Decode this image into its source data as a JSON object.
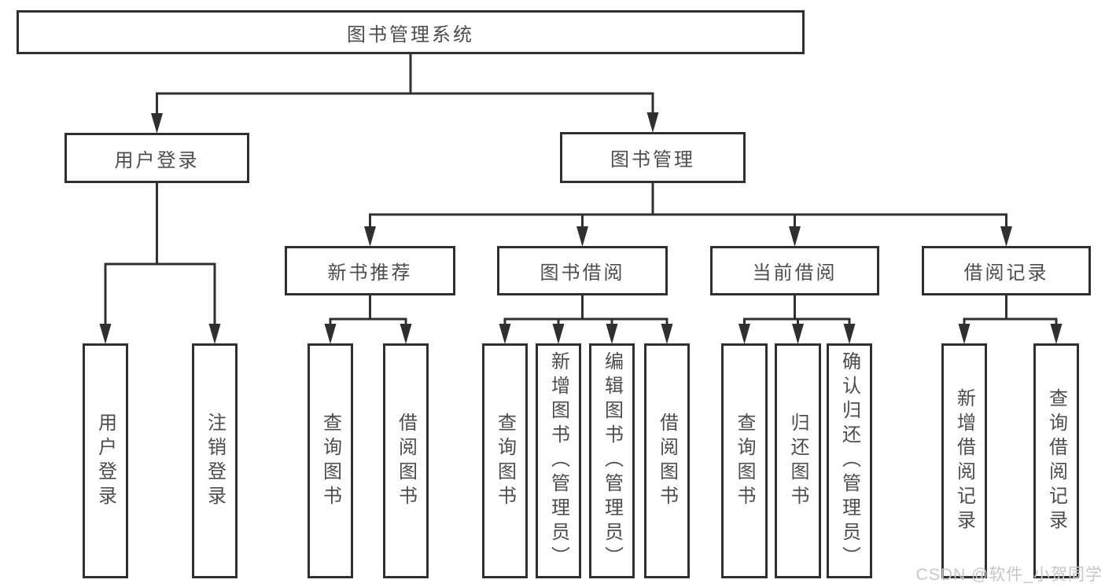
{
  "diagram": {
    "title": "图书管理系统",
    "watermark": "CSDN @软件_小贺同学",
    "colors": {
      "line": "#303030",
      "text": "#4d4d4d",
      "background": "#ffffff",
      "watermark": "#c7c7c7"
    },
    "tree": {
      "id": "root",
      "label": "图书管理系统",
      "children": [
        {
          "id": "user-login",
          "label": "用户登录",
          "children": [
            {
              "id": "leaf-user-login",
              "label": "用户登录",
              "vertical": true
            },
            {
              "id": "leaf-logout",
              "label": "注销登录",
              "vertical": true
            }
          ]
        },
        {
          "id": "book-mgmt",
          "label": "图书管理",
          "children": [
            {
              "id": "new-book-rec",
              "label": "新书推荐",
              "children": [
                {
                  "id": "leaf-nbr-query-book",
                  "label": "查询图书",
                  "vertical": true
                },
                {
                  "id": "leaf-nbr-borrow-book",
                  "label": "借阅图书",
                  "vertical": true
                }
              ]
            },
            {
              "id": "book-borrow",
              "label": "图书借阅",
              "children": [
                {
                  "id": "leaf-bb-query-book",
                  "label": "查询图书",
                  "vertical": true
                },
                {
                  "id": "leaf-bb-add-book",
                  "label": "新增图书（管理员）",
                  "vertical": true
                },
                {
                  "id": "leaf-bb-edit-book",
                  "label": "编辑图书（管理员）",
                  "vertical": true
                },
                {
                  "id": "leaf-bb-borrow-book",
                  "label": "借阅图书",
                  "vertical": true
                }
              ]
            },
            {
              "id": "current-borrow",
              "label": "当前借阅",
              "children": [
                {
                  "id": "leaf-cb-query-book",
                  "label": "查询图书",
                  "vertical": true
                },
                {
                  "id": "leaf-cb-return-book",
                  "label": "归还图书",
                  "vertical": true
                },
                {
                  "id": "leaf-cb-confirm-return",
                  "label": "确认归还（管理员）",
                  "vertical": true
                }
              ]
            },
            {
              "id": "borrow-records",
              "label": "借阅记录",
              "children": [
                {
                  "id": "leaf-br-add-record",
                  "label": "新增借阅记录",
                  "vertical": true
                },
                {
                  "id": "leaf-br-query-record",
                  "label": "查询借阅记录",
                  "vertical": true
                }
              ]
            }
          ]
        }
      ]
    }
  }
}
